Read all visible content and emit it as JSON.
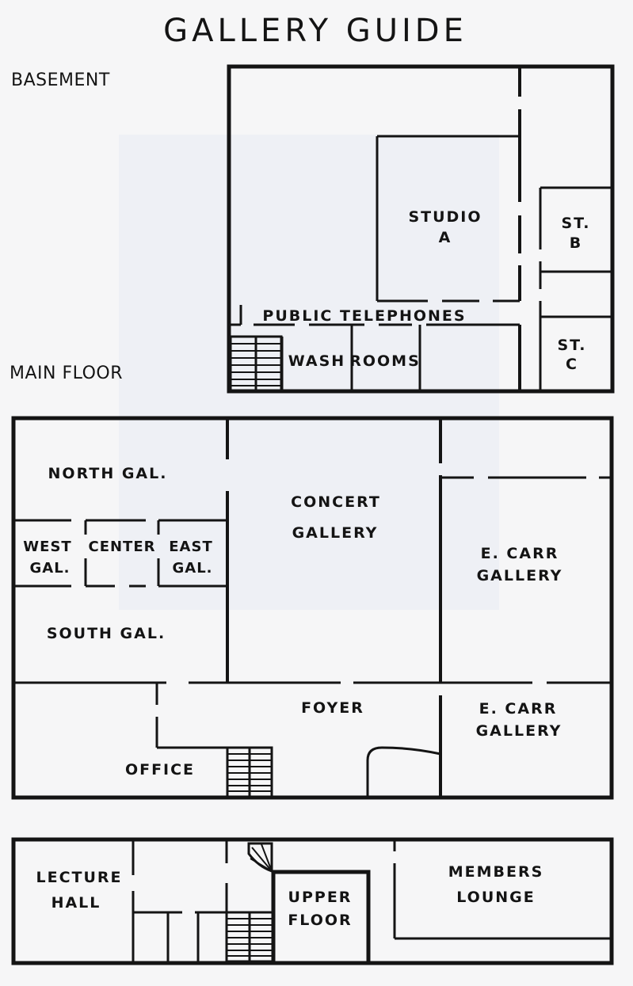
{
  "title": "GALLERY GUIDE",
  "floors": {
    "basement": "BASEMENT",
    "main": "MAIN FLOOR"
  },
  "basement": {
    "studio_a_1": "STUDIO",
    "studio_a_2": "A",
    "st_b_1": "ST.",
    "st_b_2": "B",
    "st_c_1": "ST.",
    "st_c_2": "C",
    "telephones": "PUBLIC TELEPHONES",
    "wash": "WASH",
    "rooms": "ROOMS"
  },
  "main": {
    "north": "NORTH   GAL.",
    "west_1": "WEST",
    "west_2": "GAL.",
    "center": "CENTER",
    "east_1": "EAST",
    "east_2": "GAL.",
    "south": "SOUTH  GAL.",
    "concert_1": "CONCERT",
    "concert_2": "GALLERY",
    "ecarr_upper_1": "E. CARR",
    "ecarr_upper_2": "GALLERY",
    "ecarr_lower_1": "E. CARR",
    "ecarr_lower_2": "GALLERY",
    "foyer": "FOYER",
    "office": "OFFICE"
  },
  "upper": {
    "lecture_1": "LECTURE",
    "lecture_2": "HALL",
    "upper_floor_1": "UPPER",
    "upper_floor_2": "FLOOR",
    "members_1": "MEMBERS",
    "members_2": "LOUNGE"
  },
  "colors": {
    "ink": "#141414",
    "paper": "#f6f6f7"
  }
}
